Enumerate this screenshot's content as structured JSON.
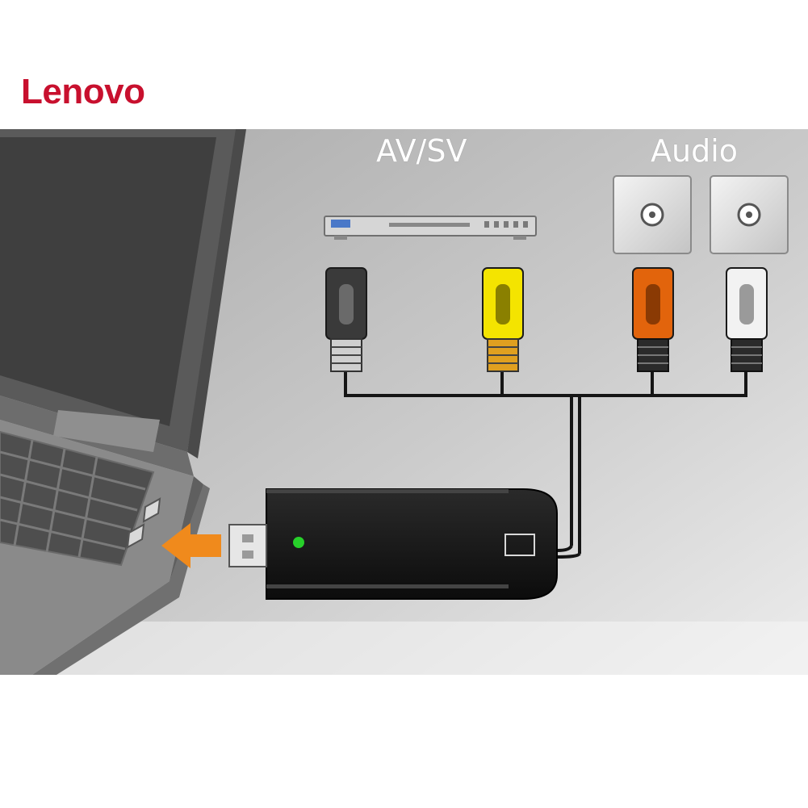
{
  "brand": {
    "logo_text": "Lenovo"
  },
  "labels": {
    "av_sv": "AV/SV",
    "audio": "Audio"
  },
  "colors": {
    "brand_red": "#c8102e",
    "background_gray": "#b9b9b9",
    "connector_black": "#3a3a3a",
    "connector_yellow": "#f4e400",
    "connector_orange": "#e2640c",
    "connector_white": "#f2f2f2",
    "arrow_orange": "#f08a1c",
    "led_green": "#27d02a",
    "capture_device": "#151515"
  },
  "icons": [
    "laptop",
    "dvd-player-device",
    "audio-wall-socket",
    "s-video-connector",
    "rca-composite-connector",
    "usb-connector",
    "arrow-left-icon",
    "status-led"
  ]
}
